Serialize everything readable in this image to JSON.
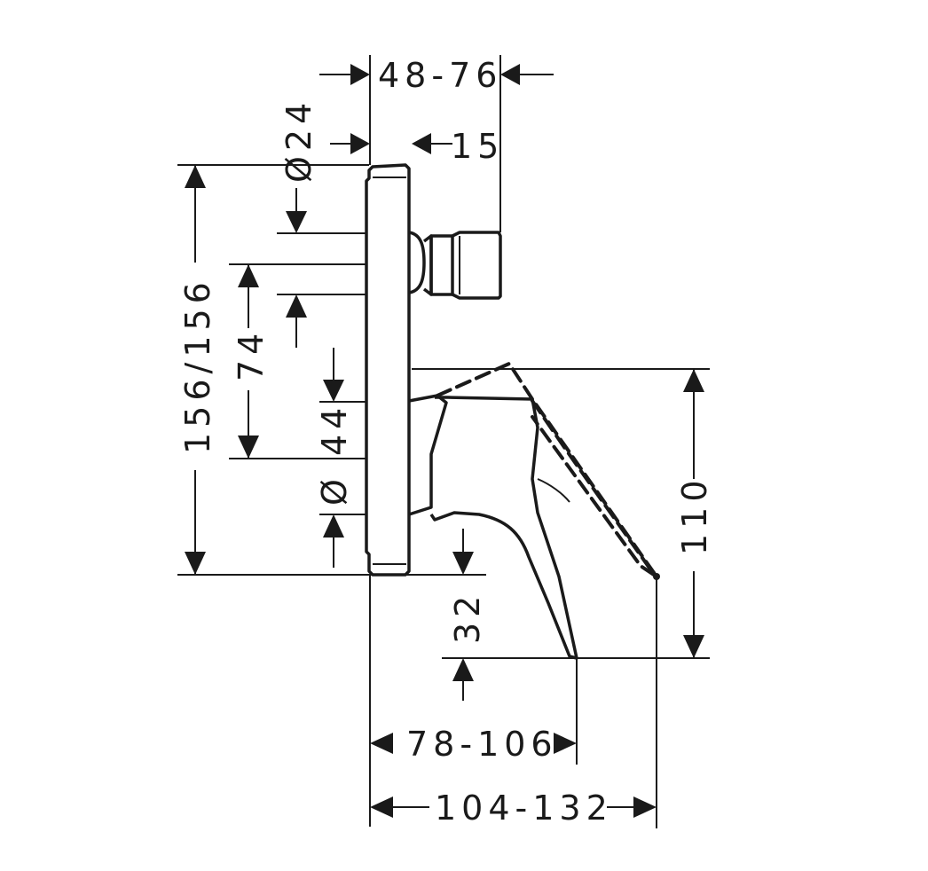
{
  "dimensions": {
    "width_handle_extension": "48-76",
    "diameter_top": "Ø24",
    "stub_length": "15",
    "plate_height": "156/156",
    "stub_offset": "74",
    "diameter_bottom_value": "44",
    "diameter_bottom_symbol": "Ø",
    "spout_drop": "32",
    "handle_lift": "110",
    "spout_projection": "78-106",
    "total_projection": "104-132"
  }
}
